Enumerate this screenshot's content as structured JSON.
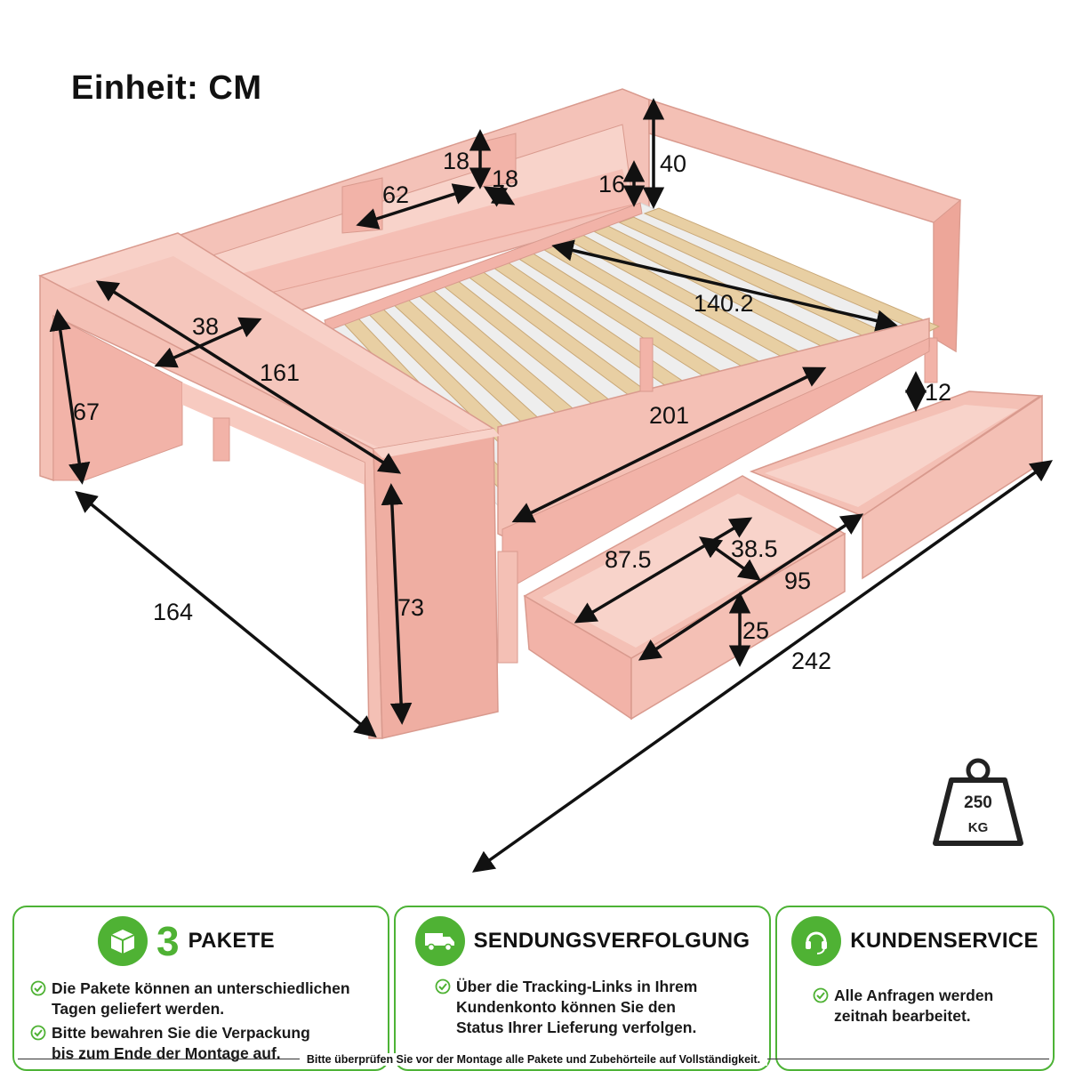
{
  "unit_title": "Einheit: CM",
  "dimensions": {
    "d18a": "18",
    "d18b": "18",
    "d62": "62",
    "d16": "16",
    "d40": "40",
    "d38": "38",
    "d161": "161",
    "d140": "140.2",
    "d67": "67",
    "d12": "12",
    "d201": "201",
    "d164": "164",
    "d73": "73",
    "d875": "87.5",
    "d385": "38.5",
    "d95": "95",
    "d25": "25",
    "d242": "242"
  },
  "weight": {
    "value": "250",
    "unit": "KG"
  },
  "cards": [
    {
      "number": "3",
      "heading": "PAKETE",
      "icon": "package-icon",
      "lines": [
        [
          "Die Pakete können an unterschiedlichen",
          "Tagen geliefert werden."
        ],
        [
          "Bitte bewahren Sie die Verpackung",
          "bis zum Ende der Montage auf."
        ]
      ]
    },
    {
      "heading": "SENDUNGSVERFOLGUNG",
      "icon": "truck-icon",
      "lines": [
        [
          "Über die Tracking-Links in Ihrem",
          "Kundenkonto können Sie den",
          "Status Ihrer Lieferung verfolgen."
        ]
      ]
    },
    {
      "heading": "KUNDENSERVICE",
      "icon": "headset-icon",
      "lines": [
        [
          "Alle Anfragen werden",
          "zeitnah bearbeitet."
        ]
      ]
    }
  ],
  "footer": "Bitte überprüfen Sie vor der Montage alle Pakete und Zubehörteile auf Vollständigkeit.",
  "colors": {
    "accent": "#4fb234",
    "bed": "#f2b3a8",
    "slat": "#e8cfa3"
  }
}
